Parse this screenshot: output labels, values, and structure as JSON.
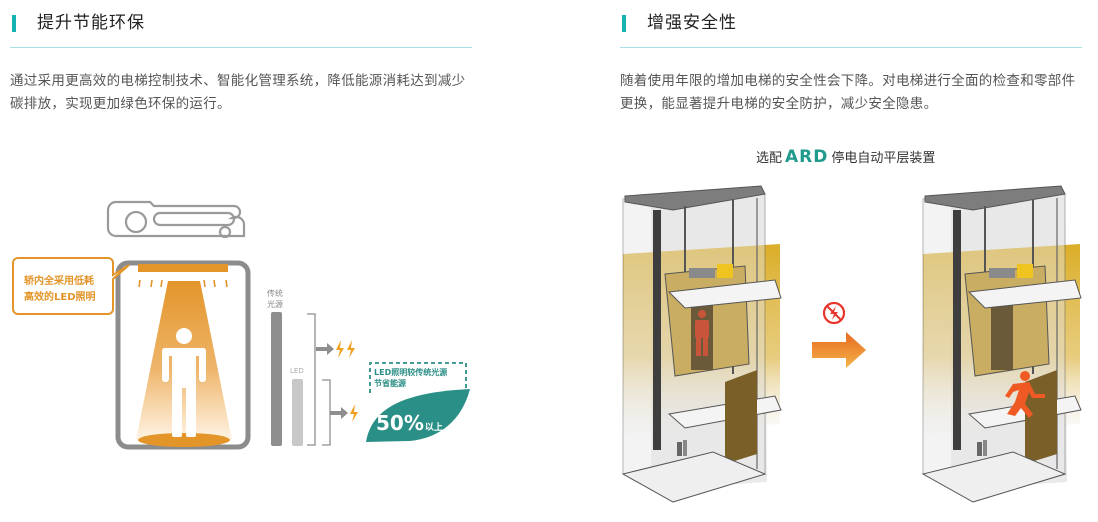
{
  "sections": [
    {
      "title": "提升节能环保",
      "body": "通过采用更高效的电梯控制技术、智能化管理系统，降低能源消耗达到减少碳排放，实现更加绿色环保的运行。",
      "illustration": {
        "callout": [
          "轿内全采用低耗",
          "高效的LED照明"
        ],
        "bar_labels": {
          "traditional": [
            "传统",
            "光源"
          ],
          "led": "LED"
        },
        "energy_comparison": {
          "traditional_relative": 1.0,
          "led_relative": 0.5
        },
        "bolts": {
          "traditional": 2,
          "led": 1
        },
        "savings_note": [
          "LED照明较传统光源",
          "节省能源"
        ],
        "savings_value": "50%",
        "savings_suffix": "以上"
      }
    },
    {
      "title": "增强安全性",
      "body": "随着使用年限的增加电梯的安全性会下降。对电梯进行全面的检查和零部件更换，能显著提升电梯的安全防护，减少安全隐患。",
      "illustration": {
        "caption_prefix": "选配",
        "caption_highlight": "ARD",
        "caption_suffix": "停电自动平层装置",
        "icons": [
          "no-power-icon",
          "arrow-right-icon",
          "running-person-icon"
        ]
      }
    }
  ],
  "colors": {
    "accent_teal": "#17b3b3",
    "divider": "#a9e2e6",
    "orange": "#e3952a",
    "leaf_teal": "#2a8f86",
    "ard_green": "#1f9a8c",
    "warning_red": "#e8342b"
  }
}
